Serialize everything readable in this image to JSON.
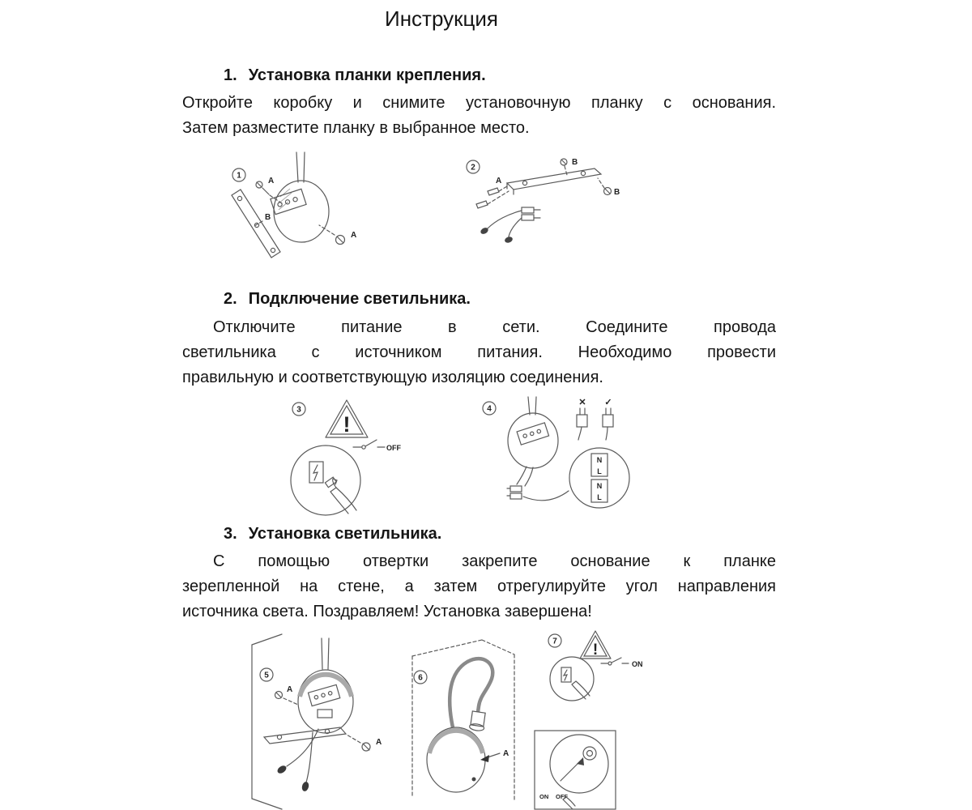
{
  "page": {
    "title": "Инструкция"
  },
  "sections": [
    {
      "number": "1.",
      "heading": "Установка планки крепления.",
      "lines": [
        "Откройте коробку и снимите установочную планку с основания.",
        "Затем разместите планку в выбранное место."
      ]
    },
    {
      "number": "2.",
      "heading": "Подключение светильника.",
      "lines": [
        "Отключите питание в сети. Соедините провода",
        "светильника с источником питания. Необходимо провести",
        "правильную и соответствующую изоляцию соединения."
      ]
    },
    {
      "number": "3.",
      "heading": "Установка светильника.",
      "lines": [
        "С помощью отвертки закрепите основание к планке",
        "зерепленной на стене, а затем отрегулируйте угол направления",
        "источника света. Поздравляем! Установка завершена!"
      ]
    }
  ],
  "figures": {
    "fig1": {
      "num": "1",
      "label_a_top": "A",
      "label_b": "B",
      "label_a_bottom": "A"
    },
    "fig2": {
      "num": "2",
      "label_a": "A",
      "label_b_top": "B",
      "label_b_right": "B"
    },
    "fig3": {
      "num": "3",
      "warning": "!",
      "switch_label": "OFF"
    },
    "fig4": {
      "num": "4",
      "mark_wrong": "✕",
      "mark_right": "✓",
      "terminal_top_n": "N",
      "terminal_top_l": "L",
      "terminal_bottom_n": "N",
      "terminal_bottom_l": "L"
    },
    "fig5": {
      "num": "5",
      "label_a_left": "A",
      "label_a_right": "A"
    },
    "fig6": {
      "num": "6",
      "label_a": "A"
    },
    "fig7": {
      "num": "7",
      "warning": "!",
      "switch_label": "ON"
    },
    "fig8": {
      "on": "ON",
      "off": "OFF"
    }
  }
}
